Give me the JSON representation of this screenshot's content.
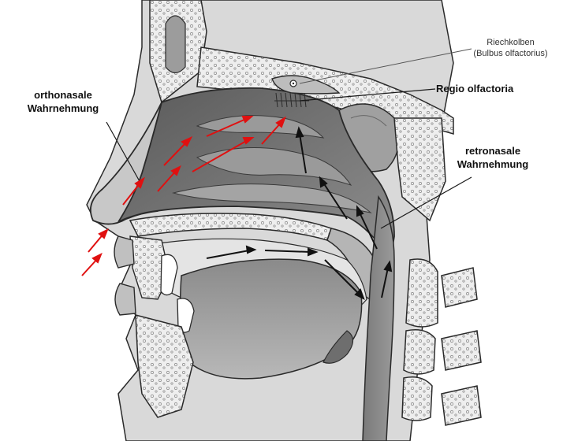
{
  "labels": {
    "orthonasal_line1": "orthonasale",
    "orthonasal_line2": "Wahrnehmung",
    "riechkolben_line1": "Riechkolben",
    "riechkolben_line2": "(Bulbus olfactorius)",
    "regio": "Regio olfactoria",
    "retronasal_line1": "retronasale",
    "retronasal_line2": "Wahrnehmung"
  },
  "colors": {
    "orthonasal_arrows": "#e01010",
    "retronasal_arrows": "#111111",
    "tissue_dark": "#6e6e6e",
    "tissue_mid": "#a8a8a8",
    "tissue_light": "#dcdcdc",
    "bone": "#ececec",
    "outline": "#2a2a2a"
  }
}
